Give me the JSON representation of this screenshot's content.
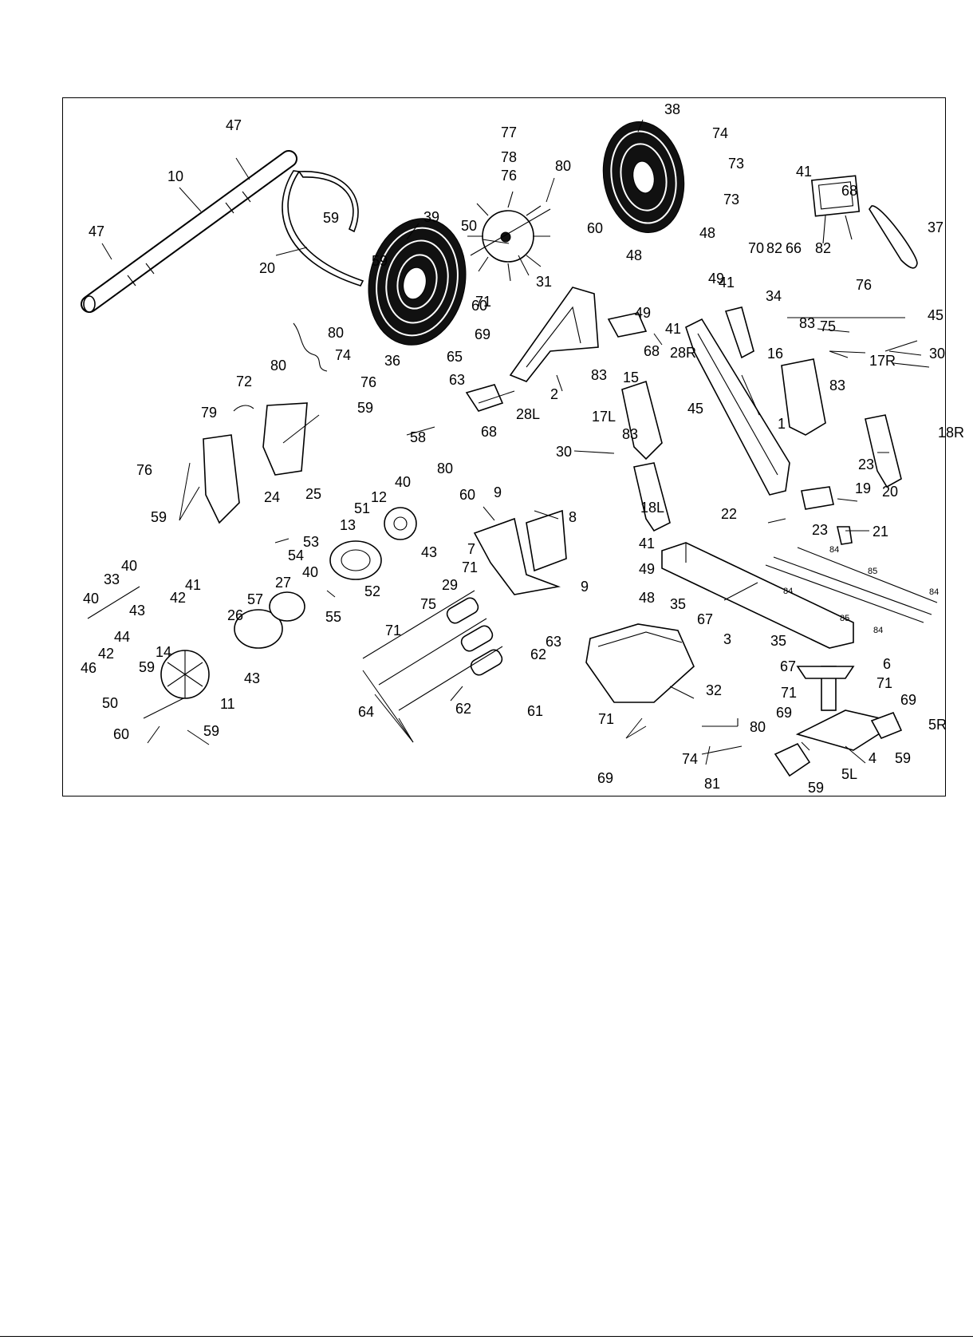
{
  "diagram": {
    "callouts": [
      {
        "id": "c47a",
        "text": "47"
      },
      {
        "id": "c10",
        "text": "10"
      },
      {
        "id": "c47b",
        "text": "47"
      },
      {
        "id": "c20a",
        "text": "20"
      },
      {
        "id": "c59a",
        "text": "59"
      },
      {
        "id": "c59b",
        "text": "59"
      },
      {
        "id": "c39",
        "text": "39"
      },
      {
        "id": "c80a",
        "text": "80"
      },
      {
        "id": "c80b",
        "text": "80"
      },
      {
        "id": "c74a",
        "text": "74"
      },
      {
        "id": "c77",
        "text": "77"
      },
      {
        "id": "c78",
        "text": "78"
      },
      {
        "id": "c76a",
        "text": "76"
      },
      {
        "id": "c80c",
        "text": "80"
      },
      {
        "id": "c60a",
        "text": "60"
      },
      {
        "id": "c50a",
        "text": "50"
      },
      {
        "id": "c60b",
        "text": "60"
      },
      {
        "id": "c31",
        "text": "31"
      },
      {
        "id": "c71a",
        "text": "71"
      },
      {
        "id": "c69a",
        "text": "69"
      },
      {
        "id": "c38",
        "text": "38"
      },
      {
        "id": "c74b",
        "text": "74"
      },
      {
        "id": "c73a",
        "text": "73"
      },
      {
        "id": "c73b",
        "text": "73"
      },
      {
        "id": "c41a",
        "text": "41"
      },
      {
        "id": "c68a",
        "text": "68"
      },
      {
        "id": "c37",
        "text": "37"
      },
      {
        "id": "c70",
        "text": "70"
      },
      {
        "id": "c82a",
        "text": "82"
      },
      {
        "id": "c66",
        "text": "66"
      },
      {
        "id": "c82b",
        "text": "82"
      },
      {
        "id": "c48a",
        "text": "48"
      },
      {
        "id": "c49a",
        "text": "49"
      },
      {
        "id": "c41b",
        "text": "41"
      },
      {
        "id": "c48b",
        "text": "48"
      },
      {
        "id": "c49b",
        "text": "49"
      },
      {
        "id": "c41c",
        "text": "41"
      },
      {
        "id": "c34",
        "text": "34"
      },
      {
        "id": "c76b",
        "text": "76"
      },
      {
        "id": "c75a",
        "text": "75"
      },
      {
        "id": "c68b",
        "text": "68"
      },
      {
        "id": "c28R",
        "text": "28R"
      },
      {
        "id": "c83a",
        "text": "83"
      },
      {
        "id": "c45a",
        "text": "45"
      },
      {
        "id": "c30a",
        "text": "30"
      },
      {
        "id": "c16",
        "text": "16"
      },
      {
        "id": "c17R",
        "text": "17R"
      },
      {
        "id": "c83b",
        "text": "83"
      },
      {
        "id": "c36",
        "text": "36"
      },
      {
        "id": "c65",
        "text": "65"
      },
      {
        "id": "c63a",
        "text": "63"
      },
      {
        "id": "c72",
        "text": "72"
      },
      {
        "id": "c76c",
        "text": "76"
      },
      {
        "id": "c79",
        "text": "79"
      },
      {
        "id": "c59c",
        "text": "59"
      },
      {
        "id": "c58",
        "text": "58"
      },
      {
        "id": "c2",
        "text": "2"
      },
      {
        "id": "c68c",
        "text": "68"
      },
      {
        "id": "c28L",
        "text": "28L"
      },
      {
        "id": "c83c",
        "text": "83"
      },
      {
        "id": "c15",
        "text": "15"
      },
      {
        "id": "c17L",
        "text": "17L"
      },
      {
        "id": "c45b",
        "text": "45"
      },
      {
        "id": "c1",
        "text": "1"
      },
      {
        "id": "c18R",
        "text": "18R"
      },
      {
        "id": "c76d",
        "text": "76"
      },
      {
        "id": "c24",
        "text": "24"
      },
      {
        "id": "c25",
        "text": "25"
      },
      {
        "id": "c59d",
        "text": "59"
      },
      {
        "id": "c30b",
        "text": "30"
      },
      {
        "id": "c83d",
        "text": "83"
      },
      {
        "id": "c18L",
        "text": "18L"
      },
      {
        "id": "c23a",
        "text": "23"
      },
      {
        "id": "c19",
        "text": "19"
      },
      {
        "id": "c20b",
        "text": "20"
      },
      {
        "id": "c22",
        "text": "22"
      },
      {
        "id": "c23b",
        "text": "23"
      },
      {
        "id": "c21",
        "text": "21"
      },
      {
        "id": "c40a",
        "text": "40"
      },
      {
        "id": "c80d",
        "text": "80"
      },
      {
        "id": "c60c",
        "text": "60"
      },
      {
        "id": "c12",
        "text": "12"
      },
      {
        "id": "c9a",
        "text": "9"
      },
      {
        "id": "c8",
        "text": "8"
      },
      {
        "id": "c51",
        "text": "51"
      },
      {
        "id": "c43a",
        "text": "43"
      },
      {
        "id": "c7",
        "text": "7"
      },
      {
        "id": "c13",
        "text": "13"
      },
      {
        "id": "c53",
        "text": "53"
      },
      {
        "id": "c41d",
        "text": "41"
      },
      {
        "id": "c71b",
        "text": "71"
      },
      {
        "id": "c9b",
        "text": "9"
      },
      {
        "id": "c49c",
        "text": "49"
      },
      {
        "id": "c54",
        "text": "54"
      },
      {
        "id": "c52",
        "text": "52"
      },
      {
        "id": "c48c",
        "text": "48"
      },
      {
        "id": "c35a",
        "text": "35"
      },
      {
        "id": "c67a",
        "text": "67"
      },
      {
        "id": "c40b",
        "text": "40"
      },
      {
        "id": "c33",
        "text": "33"
      },
      {
        "id": "c40c",
        "text": "40"
      },
      {
        "id": "c41e",
        "text": "41"
      },
      {
        "id": "c42a",
        "text": "42"
      },
      {
        "id": "c43b",
        "text": "43"
      },
      {
        "id": "c44",
        "text": "44"
      },
      {
        "id": "c42b",
        "text": "42"
      },
      {
        "id": "c46",
        "text": "46"
      },
      {
        "id": "c57",
        "text": "57"
      },
      {
        "id": "c27",
        "text": "27"
      },
      {
        "id": "c40d",
        "text": "40"
      },
      {
        "id": "c55",
        "text": "55"
      },
      {
        "id": "c26",
        "text": "26"
      },
      {
        "id": "c29",
        "text": "29"
      },
      {
        "id": "c75b",
        "text": "75"
      },
      {
        "id": "c63b",
        "text": "63"
      },
      {
        "id": "c62a",
        "text": "62"
      },
      {
        "id": "c3",
        "text": "3"
      },
      {
        "id": "c71c",
        "text": "71"
      },
      {
        "id": "c43c",
        "text": "43"
      },
      {
        "id": "c14",
        "text": "14"
      },
      {
        "id": "c59e",
        "text": "59"
      },
      {
        "id": "c11",
        "text": "11"
      },
      {
        "id": "c61",
        "text": "61"
      },
      {
        "id": "c62b",
        "text": "62"
      },
      {
        "id": "c50b",
        "text": "50"
      },
      {
        "id": "c60d",
        "text": "60"
      },
      {
        "id": "c59f",
        "text": "59"
      },
      {
        "id": "c64",
        "text": "64"
      },
      {
        "id": "c32",
        "text": "32"
      },
      {
        "id": "c35b",
        "text": "35"
      },
      {
        "id": "c67b",
        "text": "67"
      },
      {
        "id": "c6",
        "text": "6"
      },
      {
        "id": "c71d",
        "text": "71"
      },
      {
        "id": "c71e",
        "text": "71"
      },
      {
        "id": "c69b",
        "text": "69"
      },
      {
        "id": "c69c",
        "text": "69"
      },
      {
        "id": "c71f",
        "text": "71"
      },
      {
        "id": "c80e",
        "text": "80"
      },
      {
        "id": "c5R",
        "text": "5R"
      },
      {
        "id": "c74c",
        "text": "74"
      },
      {
        "id": "c69d",
        "text": "69"
      },
      {
        "id": "c81",
        "text": "81"
      },
      {
        "id": "c4",
        "text": "4"
      },
      {
        "id": "c59g",
        "text": "59"
      },
      {
        "id": "c5L",
        "text": "5L"
      },
      {
        "id": "c59h",
        "text": "59"
      },
      {
        "id": "c84a",
        "text": "84"
      },
      {
        "id": "c84b",
        "text": "84"
      },
      {
        "id": "c85a",
        "text": "85"
      },
      {
        "id": "c84c",
        "text": "84"
      },
      {
        "id": "c85b",
        "text": "85"
      },
      {
        "id": "c84d",
        "text": "84"
      }
    ]
  }
}
